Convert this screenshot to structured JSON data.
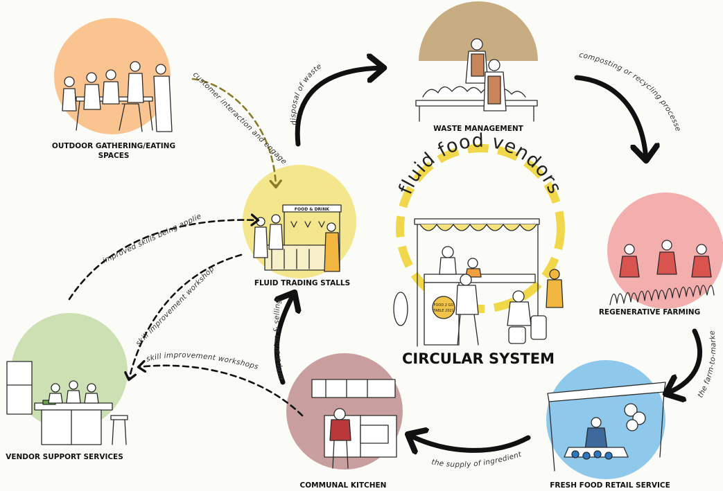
{
  "nodes": {
    "outdoor_gathering": {
      "label_line1": "OUTDOOR GATHERING/EATING",
      "label_line2": "SPACES",
      "color": "#f9c48f"
    },
    "waste_management": {
      "label": "WASTE MANAGEMENT",
      "color": "#c9ad82"
    },
    "fluid_trading_stalls": {
      "label": "FLUID TRADING STALLS",
      "color": "#f3e68c"
    },
    "regenerative_farming": {
      "label": "REGENERATIVE FARMING",
      "color": "#f3aeae"
    },
    "vendor_support": {
      "label": "VENDOR SUPPORT SERVICES",
      "color": "#cde0b4"
    },
    "communal_kitchen": {
      "label": "COMMUNAL KITCHEN",
      "color": "#c99e9e"
    },
    "fresh_food_retail": {
      "label": "FRESH FOOD RETAIL SERVICE",
      "color": "#8ec9ec"
    }
  },
  "center": {
    "ring_text": "fluid food vendors",
    "title": "CIRCULAR SYSTEM",
    "ring_color": "#f0d84a",
    "stall_sign_1": "FOOD 2 GO",
    "stall_sign_2": "TABLE 2021"
  },
  "edges": {
    "customer_interaction": "customer interaction and engagement",
    "disposal_of_waste": "disposal of waste",
    "composting": "composting or recycling processes",
    "farm_to_market": "the farm-to-market flow",
    "supply_of_ingredients": "the supply of ingredients",
    "selling_process": "preparation & selling process",
    "skill_workshops_1": "skill improvement workshops",
    "skill_workshops_2": "skill improvement workshops",
    "improved_skills": "improved skills being applied"
  },
  "stall_sign": "FOOD & DRINK"
}
